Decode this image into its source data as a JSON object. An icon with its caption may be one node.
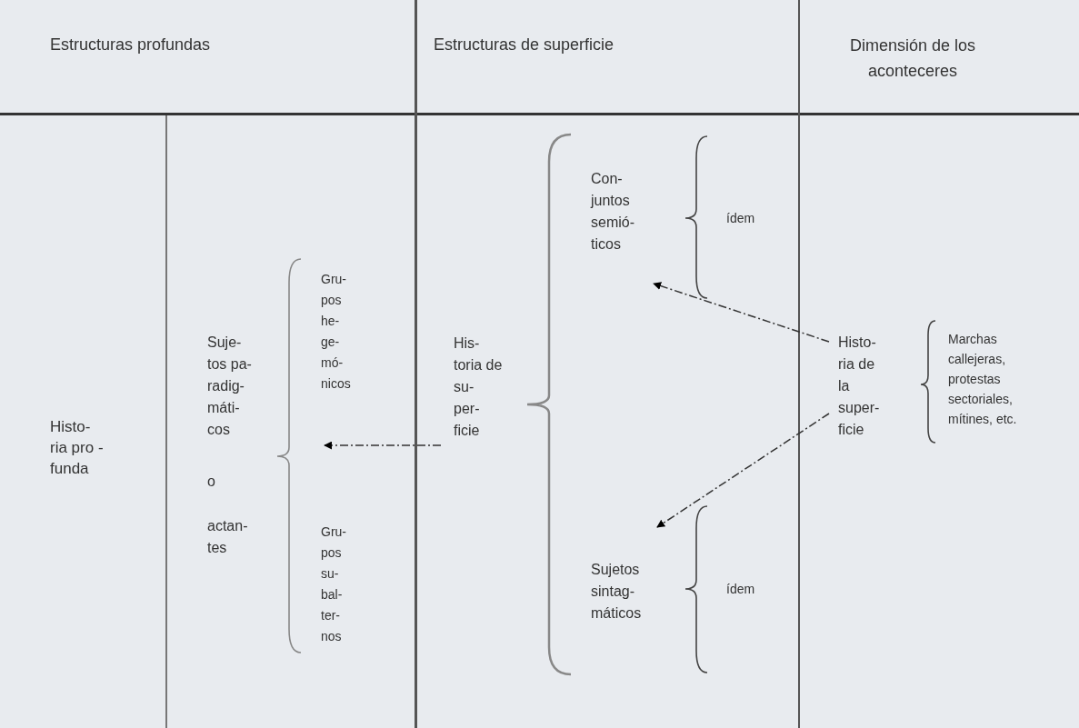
{
  "diagram": {
    "nodes": [
      {
        "text": [
          "Suje- tos pa- radig- máti- cos",
          "o",
          "actan- tes"
        ]
      },
      {
        "text": [
          "His- toria de su- per- ficie"
        ]
      },
      {
        "text": [
          "Con- juntos semió- ticos"
        ]
      },
      {
        "text": [
          "Sujetos sintag- máticos"
        ]
      },
      {
        "text": [
          "Histo- ria de la super- ficie"
        ]
      }
    ],
    "edges": [
      {
        "from": 1,
        "to": 0,
        "arrow": "to",
        "style": "dashed"
      },
      {
        "from": 4,
        "to": 2,
        "arrow": "to",
        "style": "dashed"
      },
      {
        "from": 4,
        "to": 3,
        "arrow": "to",
        "style": "dashed"
      }
    ],
    "labels": [
      "Estructuras profundas",
      "Estructuras de superficie",
      "Dimensión de los aconteceres",
      "Histo- ria pro - funda",
      "Gru- pos he- ge- mó- nicos",
      "Gru- pos su- bal- ter- nos",
      "ídem",
      "ídem",
      "Marchas callejeras, protestas sectoriales, mítines, etc."
    ]
  }
}
